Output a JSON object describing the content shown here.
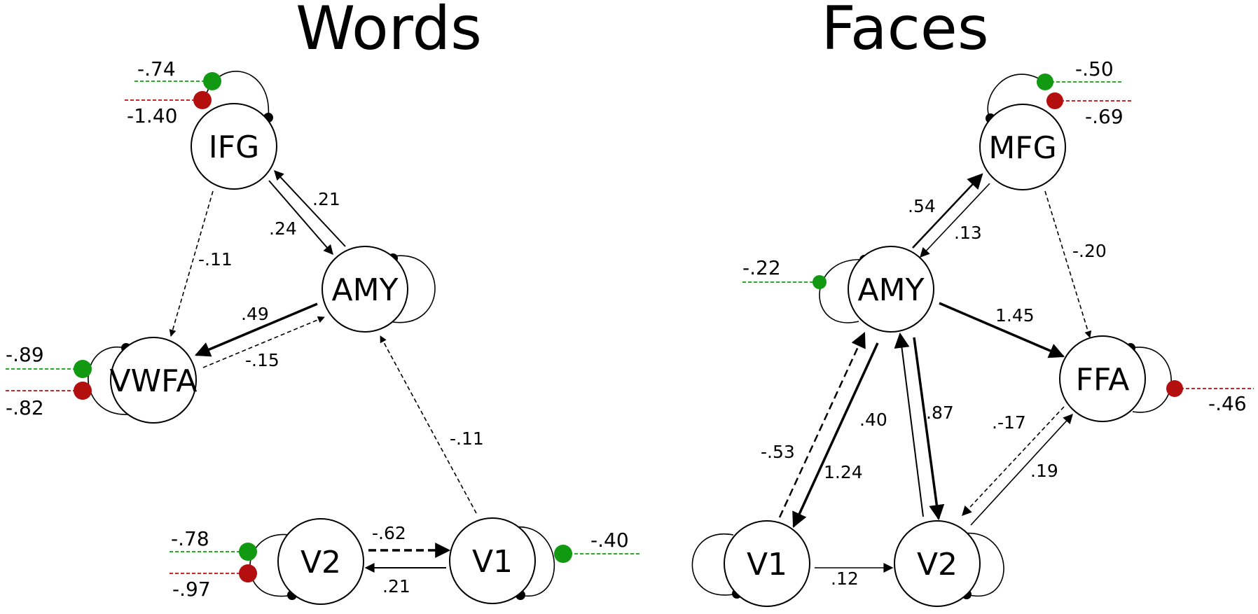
{
  "panels": [
    {
      "title": "Words",
      "nodes": [
        {
          "id": "IFG",
          "label": "IFG"
        },
        {
          "id": "AMY",
          "label": "AMY"
        },
        {
          "id": "VWFA",
          "label": "VWFA"
        },
        {
          "id": "V2",
          "label": "V2"
        },
        {
          "id": "V1",
          "label": "V1"
        }
      ],
      "connections": [
        {
          "from": "IFG",
          "to": "AMY",
          "label": ".24",
          "style": "solid"
        },
        {
          "from": "AMY",
          "to": "IFG",
          "label": ".21",
          "style": "solid"
        },
        {
          "from": "IFG",
          "to": "VWFA",
          "label": "-.11",
          "style": "dashed"
        },
        {
          "from": "AMY",
          "to": "VWFA",
          "label": ".49",
          "style": "solid"
        },
        {
          "from": "VWFA",
          "to": "AMY",
          "label": "-.15",
          "style": "dashed"
        },
        {
          "from": "V1",
          "to": "AMY",
          "label": "-.11",
          "style": "dashed"
        },
        {
          "from": "V2",
          "to": "V1",
          "label": "-.62",
          "style": "dashed"
        },
        {
          "from": "V1",
          "to": "V2",
          "label": ".21",
          "style": "solid"
        }
      ],
      "modulations": [
        {
          "node": "IFG",
          "color": "green",
          "label": "-.74"
        },
        {
          "node": "IFG",
          "color": "red",
          "label": "-1.40"
        },
        {
          "node": "VWFA",
          "color": "green",
          "label": "-.89"
        },
        {
          "node": "VWFA",
          "color": "red",
          "label": "-.82"
        },
        {
          "node": "V2",
          "color": "green",
          "label": "-.78"
        },
        {
          "node": "V2",
          "color": "red",
          "label": "-.97"
        },
        {
          "node": "V1",
          "color": "green",
          "label": "-.40"
        }
      ]
    },
    {
      "title": "Faces",
      "nodes": [
        {
          "id": "MFG",
          "label": "MFG"
        },
        {
          "id": "AMY",
          "label": "AMY"
        },
        {
          "id": "FFA",
          "label": "FFA"
        },
        {
          "id": "V1",
          "label": "V1"
        },
        {
          "id": "V2",
          "label": "V2"
        }
      ],
      "connections": [
        {
          "from": "AMY",
          "to": "MFG",
          "label": ".54",
          "style": "solid"
        },
        {
          "from": "MFG",
          "to": "AMY",
          "label": ".13",
          "style": "solid"
        },
        {
          "from": "MFG",
          "to": "FFA",
          "label": "-.20",
          "style": "dashed"
        },
        {
          "from": "AMY",
          "to": "FFA",
          "label": "1.45",
          "style": "solid"
        },
        {
          "from": "V1",
          "to": "AMY",
          "label": "-.53",
          "style": "dashed"
        },
        {
          "from": "AMY",
          "to": "V1",
          "label": "1.24",
          "style": "solid"
        },
        {
          "from": "V2",
          "to": "AMY",
          "label": ".40",
          "style": "solid"
        },
        {
          "from": "AMY",
          "to": "V2",
          "label": ".87",
          "style": "solid"
        },
        {
          "from": "FFA",
          "to": "V2",
          "label": ".-17",
          "style": "dashed"
        },
        {
          "from": "V2",
          "to": "FFA",
          "label": ".19",
          "style": "solid"
        },
        {
          "from": "V1",
          "to": "V2",
          "label": ".12",
          "style": "solid"
        }
      ],
      "modulations": [
        {
          "node": "MFG",
          "color": "green",
          "label": "-.50"
        },
        {
          "node": "MFG",
          "color": "red",
          "label": "-.69"
        },
        {
          "node": "AMY",
          "color": "green",
          "label": "-.22"
        },
        {
          "node": "FFA",
          "color": "red",
          "label": "-.46"
        }
      ]
    }
  ],
  "colors": {
    "green": "#119911",
    "red": "#b30f0f",
    "ink": "#000000"
  }
}
